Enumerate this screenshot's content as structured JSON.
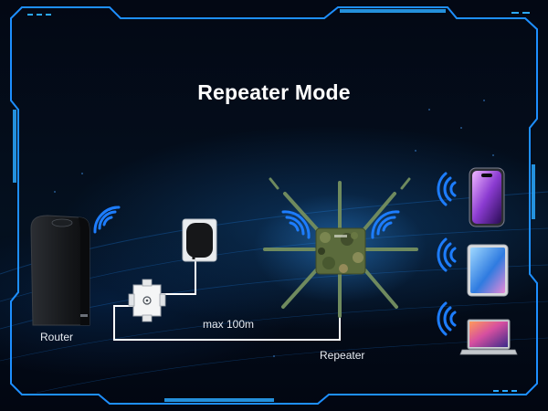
{
  "title": "Repeater Mode",
  "nodes": {
    "router": {
      "label": "Router"
    },
    "repeater": {
      "label": "Repeater"
    }
  },
  "cable": {
    "label": "max 100m"
  },
  "colors": {
    "frame": "#1e8fff",
    "frame_glow": "#2aa8ff",
    "wifi": "#1d7dff",
    "cable": "#ffffff",
    "antenna": "#6f8a5e",
    "camo": "#5b6b3c"
  },
  "icons": [
    "router-icon",
    "poe-injector-icon",
    "power-adapter-icon",
    "repeater-icon",
    "smartphone-icon",
    "tablet-icon",
    "laptop-icon",
    "wifi-signal-icon"
  ]
}
